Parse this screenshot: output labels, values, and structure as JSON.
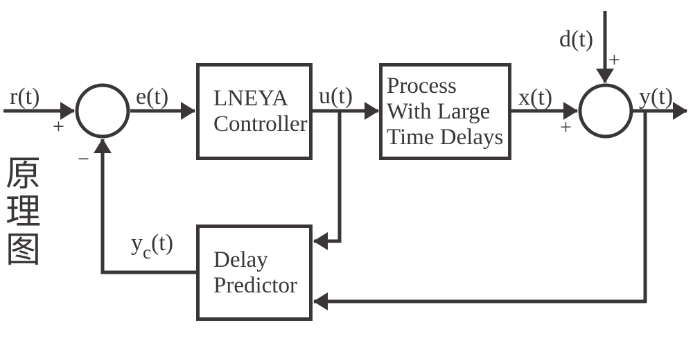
{
  "figure": {
    "caption_vertical": "原\n理\n图",
    "colors": {
      "ink": "#3a3637",
      "background": "#ffffff"
    }
  },
  "blocks": {
    "controller": {
      "lines": [
        "LNEYA",
        "Controller"
      ]
    },
    "process": {
      "lines": [
        "Process",
        "With Large",
        "Time Delays"
      ]
    },
    "predictor": {
      "lines": [
        "Delay",
        "Predictor"
      ]
    }
  },
  "signals": {
    "reference": "r(t)",
    "error": "e(t)",
    "control": "u(t)",
    "process_output": "x(t)",
    "output": "y(t)",
    "disturbance": "d(t)",
    "predictor_base": "y",
    "predictor_sub": "c",
    "predictor_paren": "(t)"
  },
  "signs": {
    "reference_plus": "+",
    "feedback_minus": "−",
    "process_plus": "+",
    "disturbance_plus": "+"
  }
}
